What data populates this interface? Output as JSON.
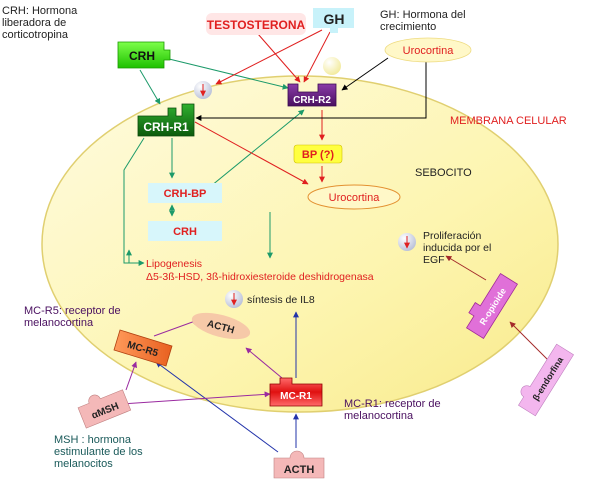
{
  "notes": {
    "crh_def": "CRH: Hormona\nliberadora de\ncorticotropina",
    "gh_def": "GH: Hormona del\ncrecimiento",
    "mc_r5_def": "MC-R5: receptor de\nmelanocortina",
    "mc_r1_def": "MC-R1: receptor de\nmelanocortina",
    "msh_def": "MSH : hormona\nestimulante de los\nmelanocitos"
  },
  "labels": {
    "testosterona": "TESTOSTERONA",
    "gh": "GH",
    "crh": "CRH",
    "urocortina_top": "Urocortina",
    "crh_r1": "CRH-R1",
    "crh_r2": "CRH-R2",
    "membrana": "MEMBRANA CELULAR",
    "bp": "BP (?)",
    "sebocito": "SEBOCITO",
    "urocortina_inner": "Urocortina",
    "crh_bp": "CRH-BP",
    "crh_inner": "CRH",
    "proliferacion": "Proliferación\ninducida por el\nEGF",
    "lipogenesis": "Lipogenesis",
    "enzymes": "Δ5-3ß-HSD, 3ß-hidroxiesteroide deshidrogenasa",
    "il8": "síntesis de IL8",
    "acth_inner": "ACTH",
    "mc_r5": "MC-R5",
    "r_opioide": "R-opioide",
    "mc_r1": "MC-R1",
    "alpha_msh": "αMSH",
    "b_endorfina": "β-endorfina",
    "acth_bottom": "ACTH"
  },
  "colors": {
    "cell_fill": "#fdf5b0",
    "green_arrow": "#1c9a6a",
    "red_arrow": "#e02020",
    "blue_arrow": "#2233aa",
    "purple_arrow": "#9a2aa0",
    "darkred_arrow": "#a42a2a",
    "black_arrow": "#000000"
  }
}
